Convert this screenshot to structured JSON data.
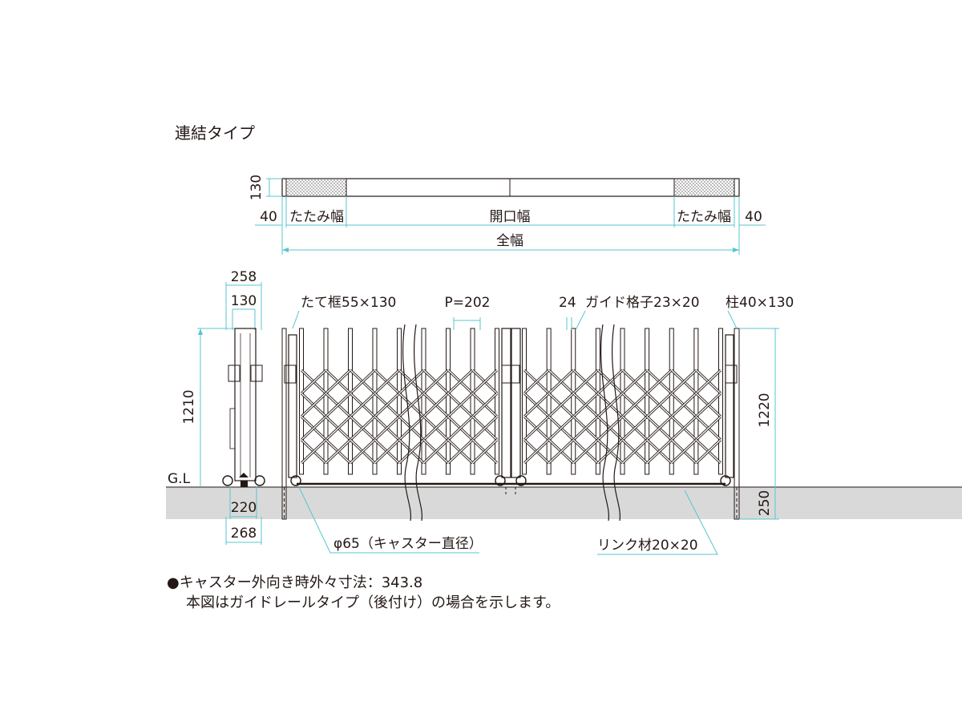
{
  "title": "連結タイプ",
  "plan_view": {
    "h130": "130",
    "left40": "40",
    "fold_left": "たたみ幅",
    "opening": "開口幅",
    "fold_right": "たたみ幅",
    "right40": "40",
    "total": "全幅"
  },
  "side_view": {
    "w258": "258",
    "w130": "130",
    "h1210": "1210",
    "gl": "G.L",
    "w220": "220",
    "w268": "268"
  },
  "front_view": {
    "frame": "たて框55×130",
    "pitch": "P=202",
    "d24": "24",
    "guide": "ガイド格子23×20",
    "post": "柱40×130",
    "h1220": "1220",
    "h250": "250",
    "caster": "φ65（キャスター直径）",
    "link": "リンク材20×20"
  },
  "notes": {
    "line1": "●キャスター外向き時外々寸法：343.8",
    "line2": "本図はガイドレールタイプ（後付け）の場合を示します。"
  },
  "colors": {
    "dimension": "#58c5cf",
    "ink": "#231815",
    "ground": "#d9d9d9"
  }
}
